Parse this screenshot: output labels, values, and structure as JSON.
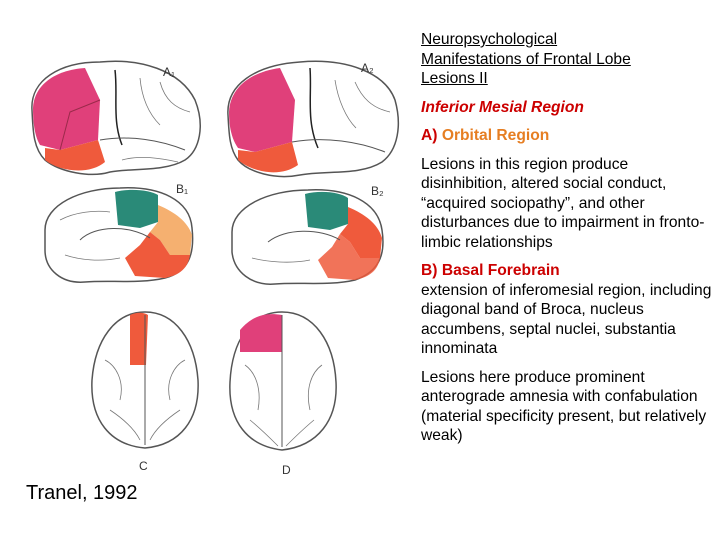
{
  "slide": {
    "title_line1": "Neuropsychological",
    "title_line2": "Manifestations of Frontal Lobe",
    "title_line3": "Lesions II",
    "subtitle": "Inferior Mesial Region",
    "section_a": {
      "letter": "A)",
      "name": "Orbital Region",
      "text": "Lesions in this region produce disinhibition, altered social conduct, “acquired sociopathy”, and other disturbances due to impairment in fronto-limbic relationships"
    },
    "section_b": {
      "letter": "B)",
      "name": "Basal Forebrain",
      "text1": "extension of inferomesial region, including diagonal band of Broca, nucleus accumbens, septal nuclei, substantia innominata",
      "text2": "Lesions here produce prominent anterograde amnesia with confabulation (material specificity present, but relatively weak)"
    },
    "citation": "Tranel, 1992"
  },
  "figure": {
    "panel_labels": [
      "A1",
      "A2",
      "B1",
      "B2",
      "C",
      "D"
    ],
    "colors": {
      "magenta": "#e0407a",
      "orange_red": "#ef5a3c",
      "teal": "#2a8a78",
      "peach": "#f5b070",
      "outline": "#555555"
    }
  }
}
